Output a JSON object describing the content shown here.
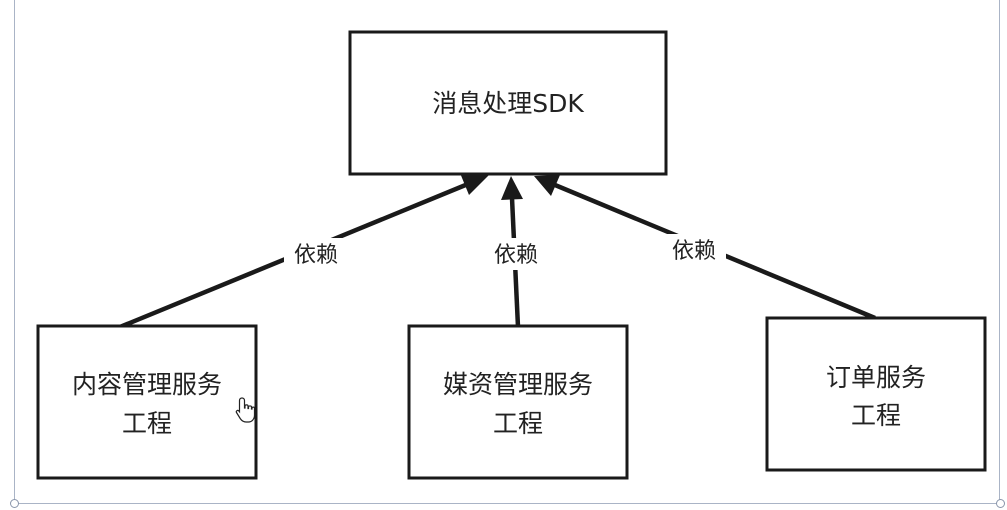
{
  "diagram": {
    "top_node": {
      "label": "消息处理SDK"
    },
    "nodes": [
      {
        "line1": "内容管理服务",
        "line2": "工程"
      },
      {
        "line1": "媒资管理服务",
        "line2": "工程"
      },
      {
        "line1": "订单服务",
        "line2": "工程"
      }
    ],
    "edges": [
      {
        "label": "依赖"
      },
      {
        "label": "依赖"
      },
      {
        "label": "依赖"
      }
    ]
  }
}
